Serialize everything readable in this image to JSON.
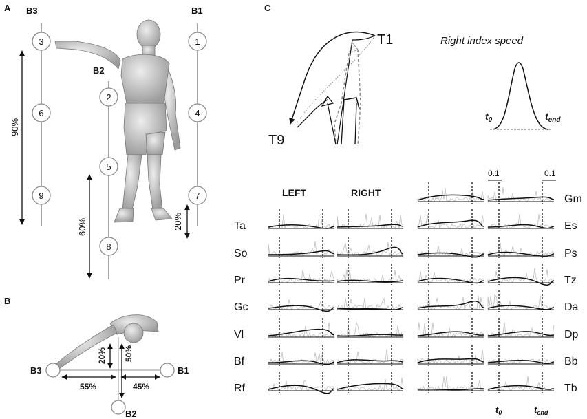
{
  "panels": {
    "a": {
      "letter": "A",
      "bars": [
        {
          "name": "B3",
          "targets": [
            "3",
            "6",
            "9"
          ]
        },
        {
          "name": "B2",
          "targets": [
            "2",
            "5",
            "8"
          ]
        },
        {
          "name": "B1",
          "targets": [
            "1",
            "4",
            "7"
          ]
        }
      ],
      "pct_90": "90%",
      "pct_60": "60%",
      "pct_20": "20%"
    },
    "b": {
      "letter": "B",
      "labels": [
        "B3",
        "B1",
        "B2"
      ],
      "pct_20": "20%",
      "pct_50": "50%",
      "pct_55": "55%",
      "pct_45": "45%"
    },
    "c": {
      "letter": "C",
      "t1": "T1",
      "t9": "T9",
      "speed_title": "Right index speed",
      "t0": "t",
      "t0_sub": "0",
      "tend": "t",
      "tend_sub": "end",
      "scale_left": "0.1",
      "scale_right": "0.1",
      "left_header": "LEFT",
      "right_header": "RIGHT",
      "left_muscles": [
        "Ta",
        "So",
        "Pr",
        "Gc",
        "Vl",
        "Bf",
        "Rf"
      ],
      "right_muscles": [
        "Gm",
        "Es",
        "Ps",
        "Tz",
        "Da",
        "Dp",
        "Bb",
        "Tb"
      ],
      "bottom_t0": "t",
      "bottom_t0_sub": "0",
      "bottom_tend": "t",
      "bottom_tend_sub": "end"
    }
  }
}
